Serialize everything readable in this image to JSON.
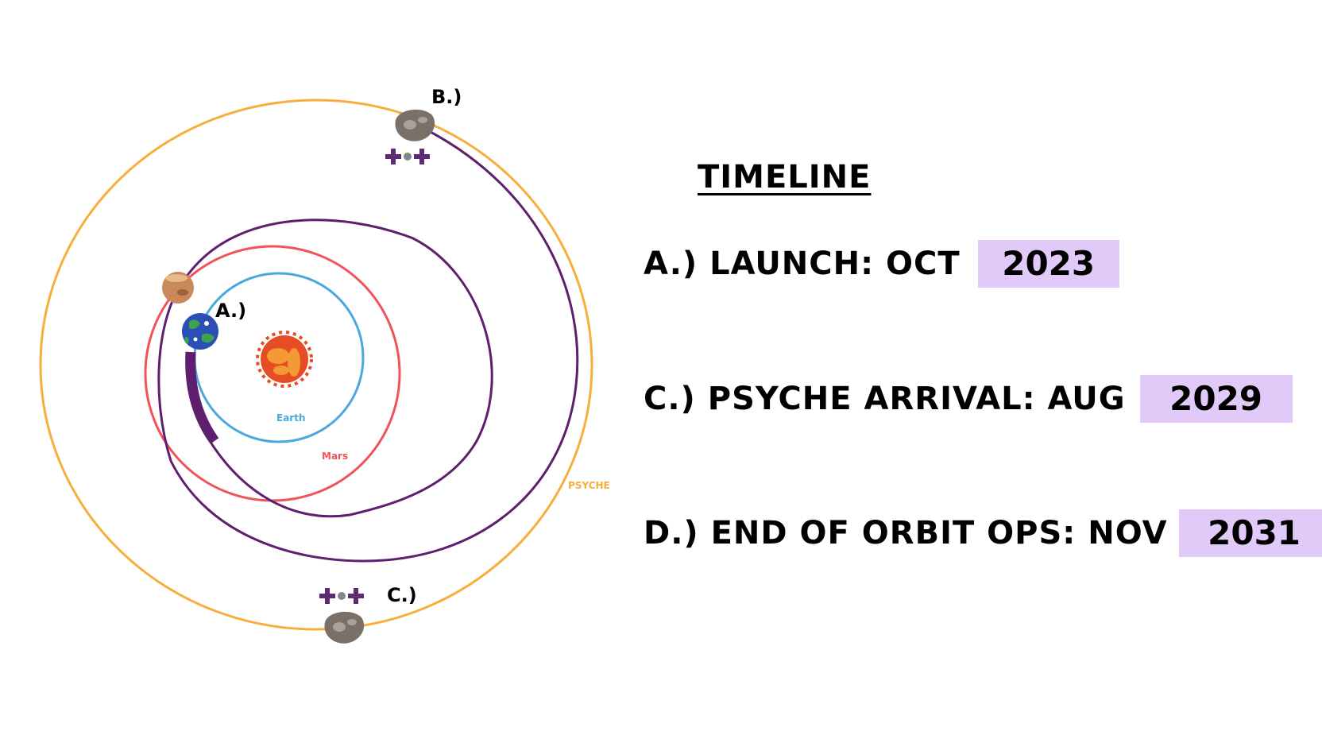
{
  "diagram": {
    "orbits": {
      "earth": {
        "label": "Earth",
        "color": "#4aa8dc"
      },
      "mars": {
        "label": "Mars",
        "color": "#f0535a"
      },
      "psyche": {
        "label": "PSYCHE",
        "color": "#f8ae3c"
      }
    },
    "trajectory_color": "#5e1f6e",
    "points": {
      "a": "A.)",
      "b": "B.)",
      "c": "C.)"
    }
  },
  "timeline": {
    "title": "TIMELINE",
    "events": [
      {
        "label": "A.) LAUNCH: OCT",
        "year": "2023"
      },
      {
        "label": "C.) PSYCHE ARRIVAL: AUG",
        "year": "2029"
      },
      {
        "label": "D.) END OF ORBIT OPS: NOV",
        "year": "2031"
      }
    ],
    "badge_color": "#e1c9f8"
  }
}
